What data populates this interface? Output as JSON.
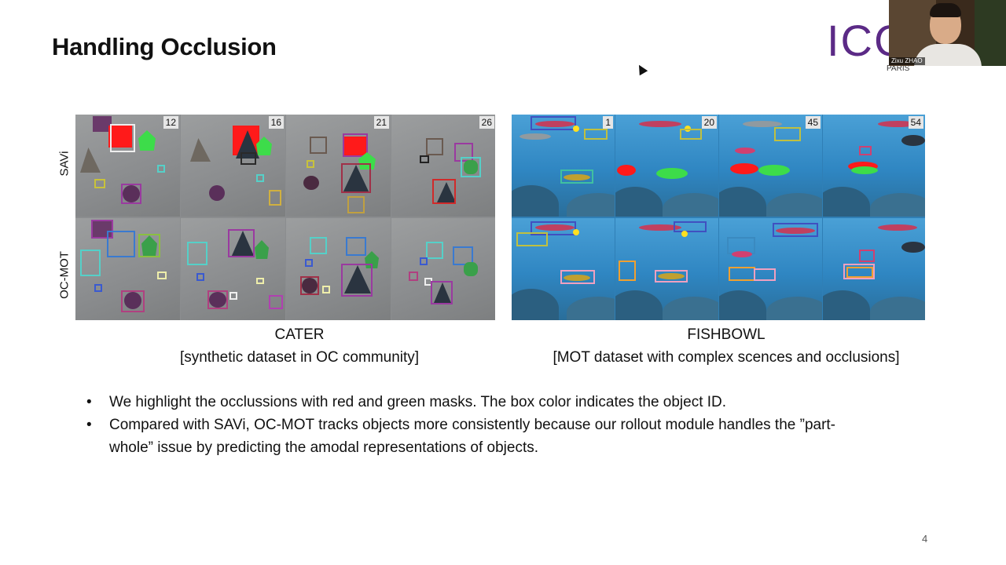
{
  "slide": {
    "title": "Handling Occlusion",
    "page_number": "4"
  },
  "logo": {
    "text": "ICC",
    "subtext": "PARIS"
  },
  "webcam": {
    "name": "Zixu ZHAO"
  },
  "cater": {
    "row_labels": [
      "SAVi",
      "OC-MOT"
    ],
    "frame_numbers": [
      "12",
      "16",
      "21",
      "26"
    ],
    "caption_line1": "CATER",
    "caption_line2": "[synthetic dataset in OC community]"
  },
  "fishbowl": {
    "frame_numbers": [
      "1",
      "20",
      "45",
      "54"
    ],
    "caption_line1": "FISHBOWL",
    "caption_line2": "[MOT dataset with complex scences and occlusions]"
  },
  "bullets": [
    "We highlight the occlussions with red and green masks. The box color indicates the object ID.",
    "Compared with SAVi, OC-MOT tracks objects more consistently because our rollout module handles the ”part-whole” issue by predicting the amodal representations of objects."
  ],
  "colors": {
    "logo": "#5b2a86",
    "mask_red": "#ff1a1a",
    "mask_green": "#3ddc4a"
  }
}
